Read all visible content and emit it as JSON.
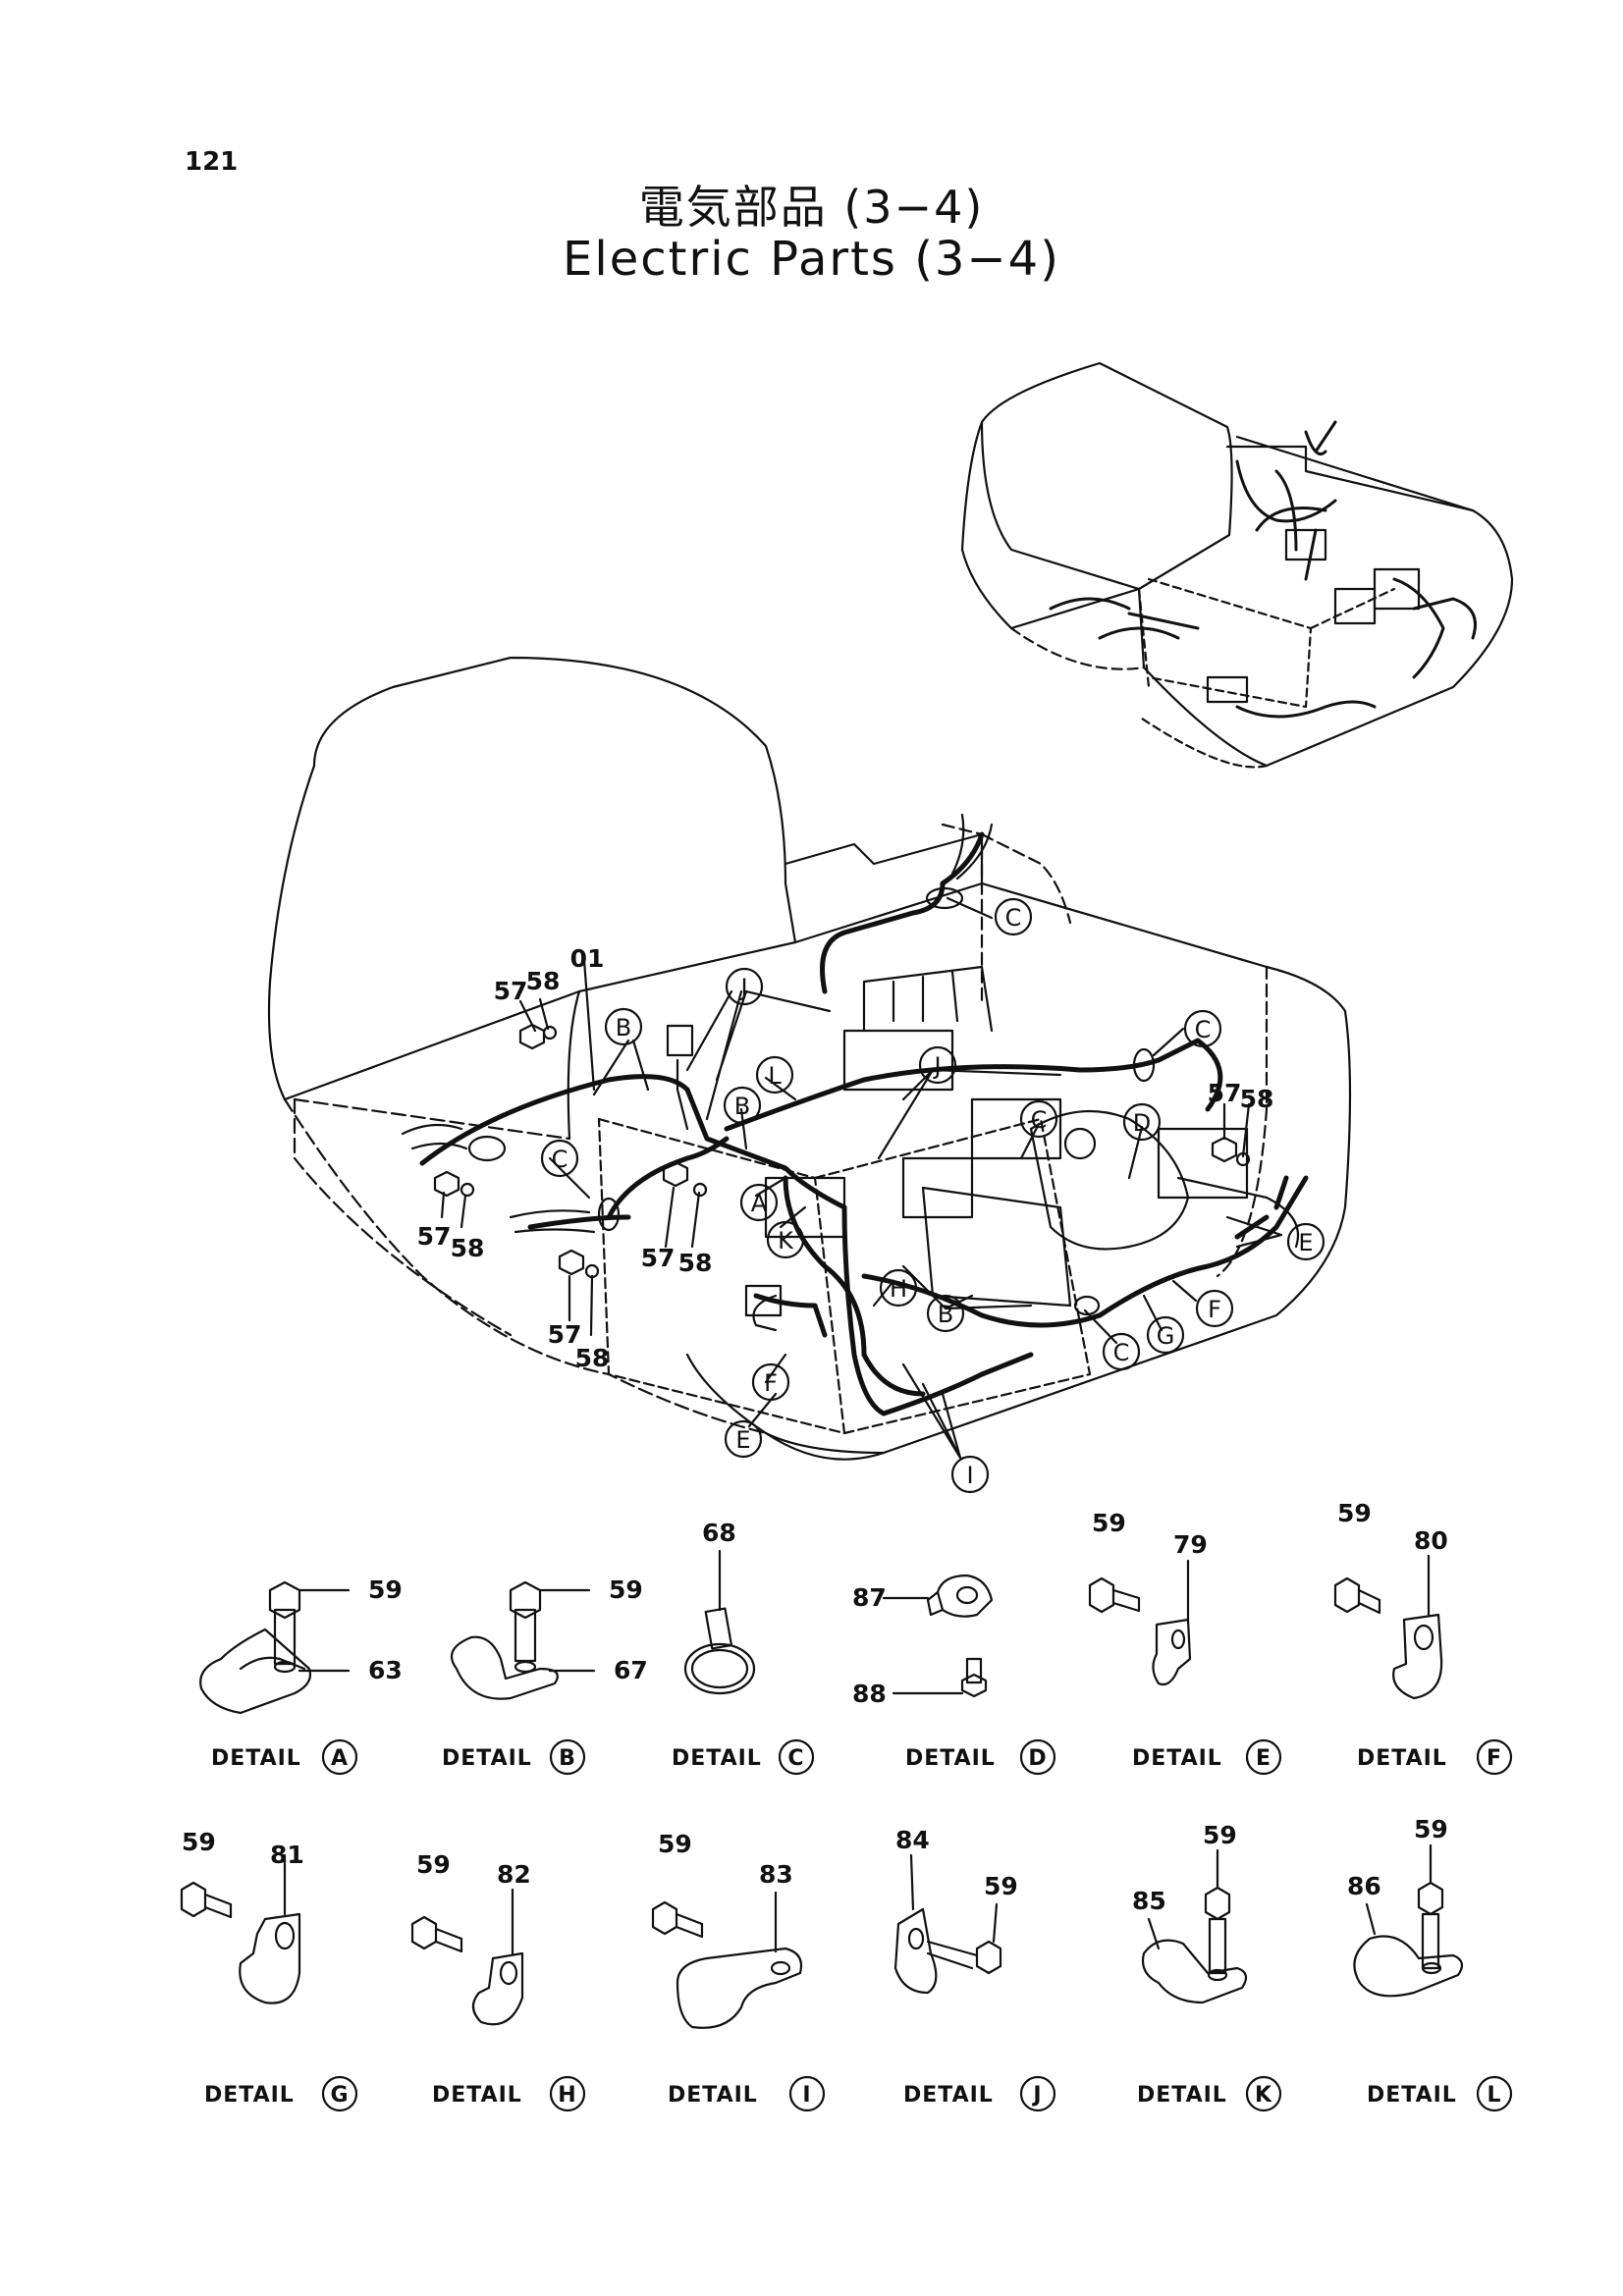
{
  "page_number": "121",
  "title_jp": "電気部品 (3−4)",
  "title_en": "Electric Parts (3−4)",
  "main_callouts": {
    "c_top": "C",
    "j_left": "J",
    "b_left": "B",
    "l": "L",
    "b_mid": "B",
    "c_left": "C",
    "a": "A",
    "k": "K",
    "j_right": "J",
    "c_right": "C",
    "c_center": "C",
    "d": "D",
    "e_right": "E",
    "f_right": "F",
    "g": "G",
    "c_bottom": "C",
    "b_bottom": "B",
    "h": "H",
    "f_left": "F",
    "e_left": "E",
    "i": "I"
  },
  "main_part_numbers": {
    "p01": "01",
    "p57a": "57",
    "p58a": "58",
    "p57b": "57",
    "p58b": "58",
    "p57c": "57",
    "p58c": "58",
    "p57d": "57",
    "p58d": "58",
    "p57e": "57",
    "p58e": "58"
  },
  "detail_word": "DETAIL",
  "details": [
    {
      "letter": "A",
      "parts": [
        "59",
        "63"
      ]
    },
    {
      "letter": "B",
      "parts": [
        "59",
        "67"
      ]
    },
    {
      "letter": "C",
      "parts": [
        "68"
      ]
    },
    {
      "letter": "D",
      "parts": [
        "87",
        "88"
      ]
    },
    {
      "letter": "E",
      "parts": [
        "59",
        "79"
      ]
    },
    {
      "letter": "F",
      "parts": [
        "59",
        "80"
      ]
    },
    {
      "letter": "G",
      "parts": [
        "59",
        "81"
      ]
    },
    {
      "letter": "H",
      "parts": [
        "59",
        "82"
      ]
    },
    {
      "letter": "I",
      "parts": [
        "59",
        "83"
      ]
    },
    {
      "letter": "J",
      "parts": [
        "84",
        "59"
      ]
    },
    {
      "letter": "K",
      "parts": [
        "59",
        "85"
      ]
    },
    {
      "letter": "L",
      "parts": [
        "86",
        "59"
      ]
    }
  ]
}
